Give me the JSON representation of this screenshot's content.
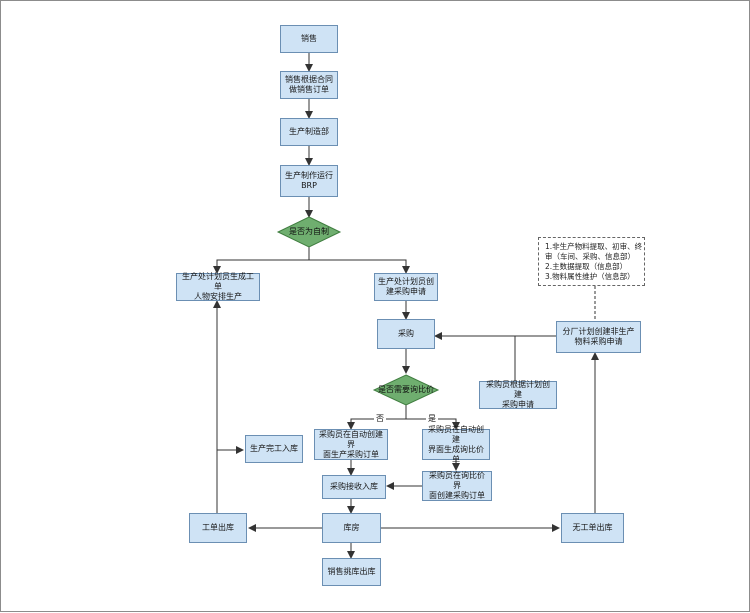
{
  "nodes": {
    "sales": "销售",
    "sales_order": "销售根据合同\n做销售订单",
    "production_dept": "生产制造部",
    "brp": "生产制作运行\nBRP",
    "work_order": "生产处计划员生成工单\n人物安排生产",
    "purchase_request": "生产处计划员创\n建采购申请",
    "purchase": "采购",
    "finished_stock_in": "生产完工入库",
    "auto_po_no": "采购员在自动创建界\n面生产采购订单",
    "auto_rfq_yes": "采购员在自动创建\n界面生成询比价单",
    "receive_in": "采购接收入库",
    "rfq_po": "采购员在询比价界\n面创建采购订单",
    "warehouse": "库房",
    "wo_issue": "工单出库",
    "no_wo_issue": "无工单出库",
    "sales_pick": "销售挑库出库",
    "buyer_plan_request": "采购员根据计划创建\n采购申请",
    "branch_nonprod_request": "分厂计划创建非生产\n物料采购申请"
  },
  "decisions": {
    "self_made": "是否为自制",
    "need_rfq": "是否需要询比价"
  },
  "edge_labels": {
    "no": "否",
    "yes": "是"
  },
  "note": {
    "lines": [
      "1.非生产物料提取、初审、终",
      "审（车间、采购、信息部）",
      "2.主数据提取（信息部）",
      "3.物料属性维护（信息部）"
    ]
  },
  "colors": {
    "box_fill": "#cfe3f5",
    "box_border": "#6b8fb3",
    "decision_fill": "#6fae6f",
    "line": "#333333"
  }
}
